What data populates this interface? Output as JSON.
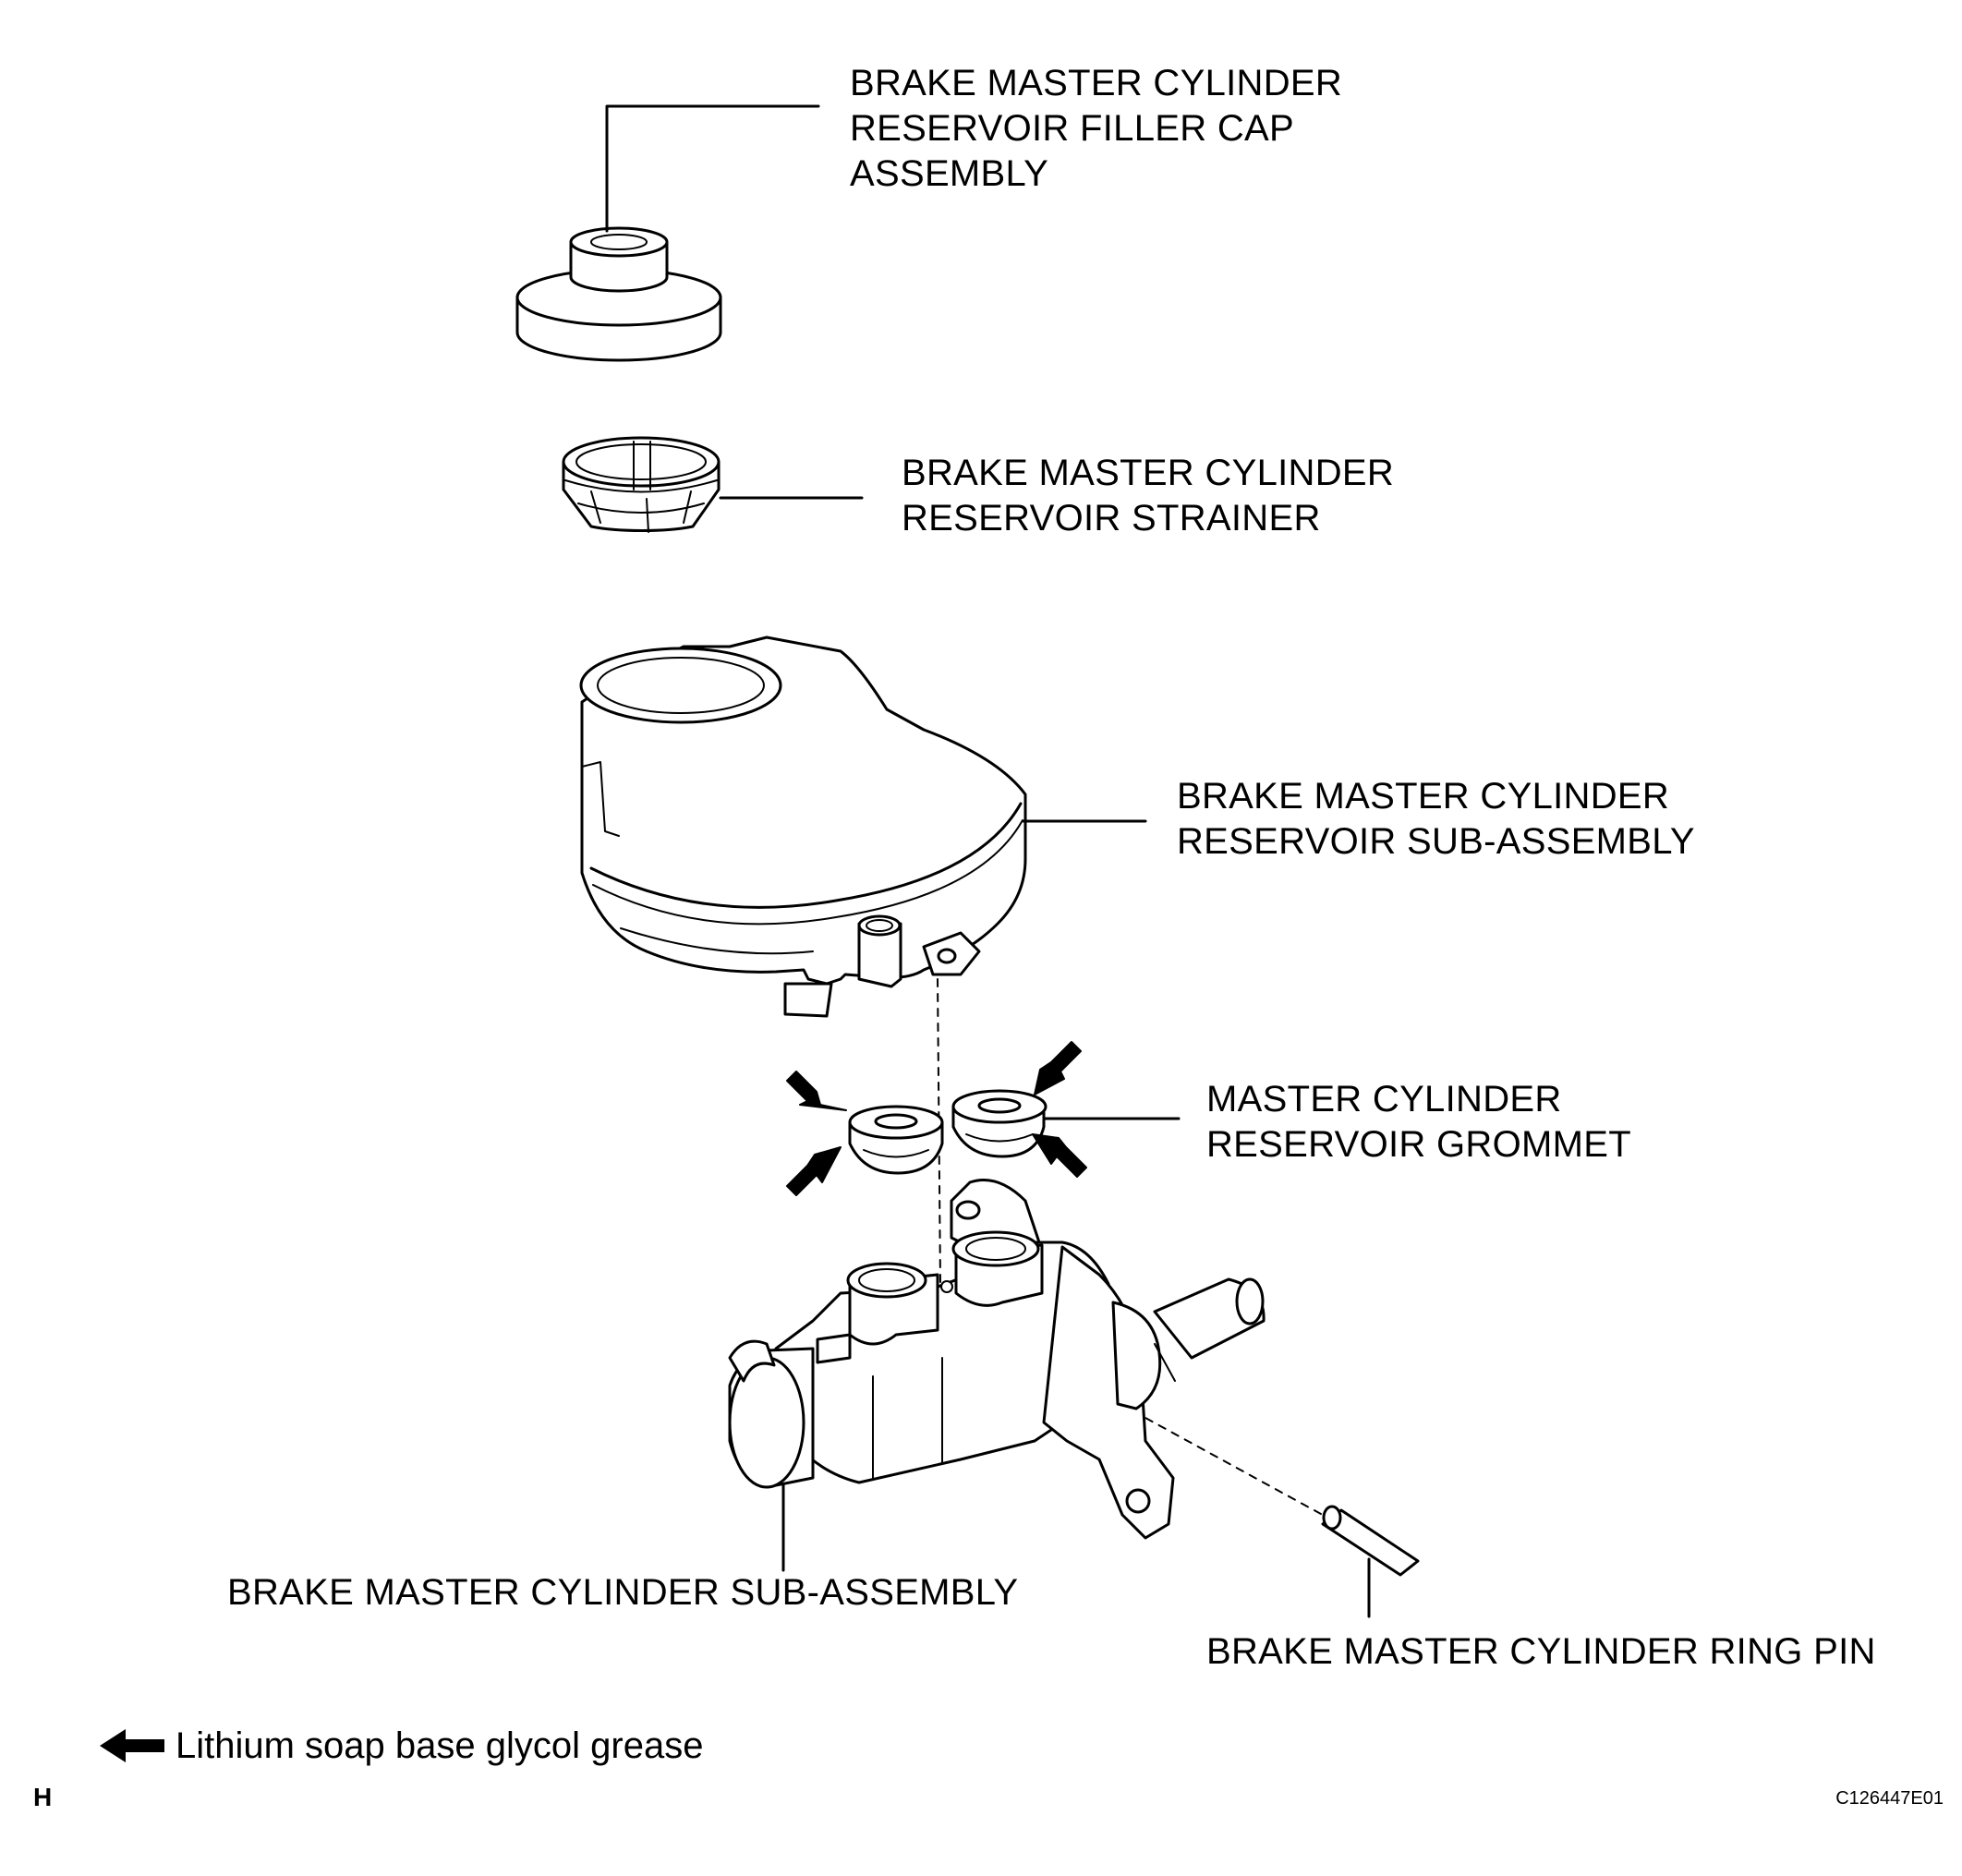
{
  "labels": {
    "filler_cap": [
      "BRAKE MASTER CYLINDER",
      "RESERVOIR FILLER CAP",
      "ASSEMBLY"
    ],
    "strainer": [
      "BRAKE MASTER CYLINDER",
      "RESERVOIR STRAINER"
    ],
    "reservoir": [
      "BRAKE MASTER CYLINDER",
      "RESERVOIR SUB-ASSEMBLY"
    ],
    "grommet": [
      "MASTER CYLINDER",
      "RESERVOIR GROMMET"
    ],
    "cylinder": "BRAKE MASTER CYLINDER SUB-ASSEMBLY",
    "ring_pin": "BRAKE MASTER CYLINDER RING PIN"
  },
  "legend": {
    "icon": "arrow-left-icon",
    "text": "Lithium soap base glycol grease"
  },
  "corner_letter": "H",
  "figure_code": "C126447E01"
}
